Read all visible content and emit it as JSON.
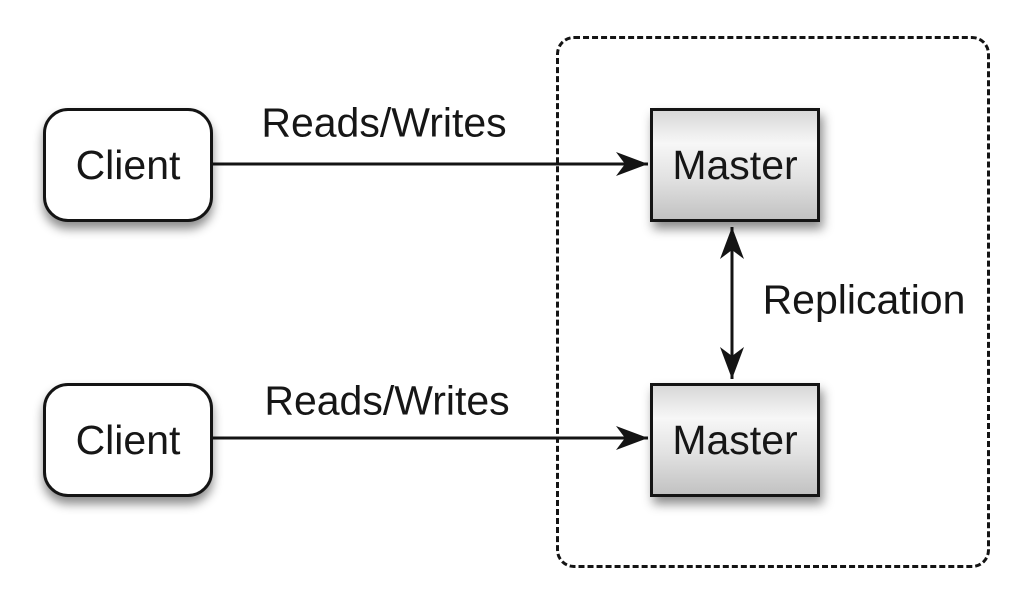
{
  "diagram": {
    "type": "architecture-diagram",
    "topic": "master-master replication",
    "background_color": "#ffffff",
    "line_color": "#141414",
    "text_color": "#161616",
    "nodes": {
      "client_top": {
        "label": "Client",
        "shape": "rounded-rectangle",
        "fill": "#ffffff"
      },
      "client_bottom": {
        "label": "Client",
        "shape": "rounded-rectangle",
        "fill": "#ffffff"
      },
      "master_top": {
        "label": "Master",
        "shape": "rectangle",
        "fill_gradient_top": "#f7f7f7",
        "fill_gradient_bottom": "#c2c2c2"
      },
      "master_bottom": {
        "label": "Master",
        "shape": "rectangle",
        "fill_gradient_top": "#f7f7f7",
        "fill_gradient_bottom": "#c2c2c2"
      }
    },
    "edges": {
      "reads_writes_top": {
        "label": "Reads/Writes",
        "from": "client_top",
        "to": "master_top",
        "direction": "one-way"
      },
      "reads_writes_bottom": {
        "label": "Reads/Writes",
        "from": "client_bottom",
        "to": "master_bottom",
        "direction": "one-way"
      },
      "replication": {
        "label": "Replication",
        "from": "master_top",
        "to": "master_bottom",
        "direction": "two-way"
      }
    },
    "group": {
      "contains": [
        "master_top",
        "master_bottom"
      ],
      "border_style": "dashed"
    }
  }
}
